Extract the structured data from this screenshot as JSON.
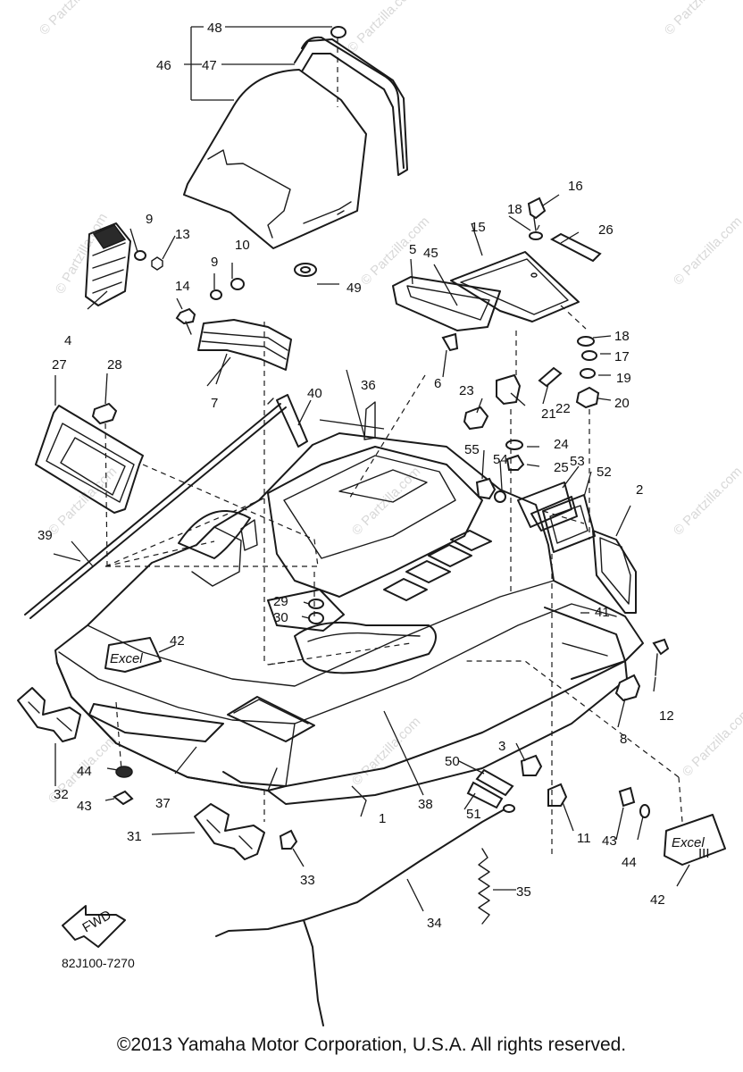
{
  "watermark": "© Partzilla.com",
  "diagram_code": "82J100-7270",
  "fwd_label": "FWD",
  "emblem_text": "Excel",
  "emblem_suffix": "III",
  "copyright": "©2013  Yamaha Motor Corporation, U.S.A. All rights reserved.",
  "callouts": [
    "1",
    "2",
    "3",
    "4",
    "5",
    "6",
    "7",
    "8",
    "9",
    "9",
    "10",
    "11",
    "12",
    "13",
    "14",
    "15",
    "16",
    "17",
    "18",
    "18",
    "19",
    "20",
    "21",
    "22",
    "23",
    "24",
    "25",
    "26",
    "27",
    "28",
    "29",
    "30",
    "31",
    "32",
    "33",
    "34",
    "35",
    "36",
    "37",
    "38",
    "39",
    "40",
    "41",
    "42",
    "42",
    "43",
    "43",
    "44",
    "44",
    "45",
    "46",
    "47",
    "48",
    "49",
    "50",
    "51",
    "52",
    "53",
    "54",
    "55"
  ]
}
